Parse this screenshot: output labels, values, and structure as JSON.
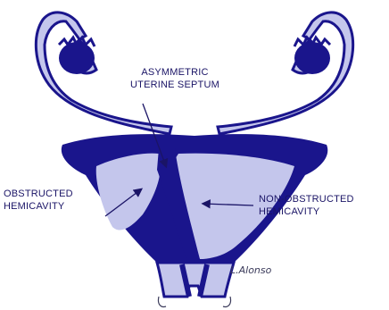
{
  "labels": {
    "septum_line1": "ASYMMETRIC",
    "septum_line2": "UTERINE SEPTUM",
    "obstructed_line1": "OBSTRUCTED",
    "obstructed_line2": "HEMICAVITY",
    "nonobstructed_line1": "NON-OBSTRUCTED",
    "nonobstructed_line2": "HEMICAVITY"
  },
  "signature": "L.Alonso",
  "colors": {
    "tissue_light": "#c4c6ec",
    "tissue_dark": "#1a158c",
    "label_text": "#1a1466"
  }
}
